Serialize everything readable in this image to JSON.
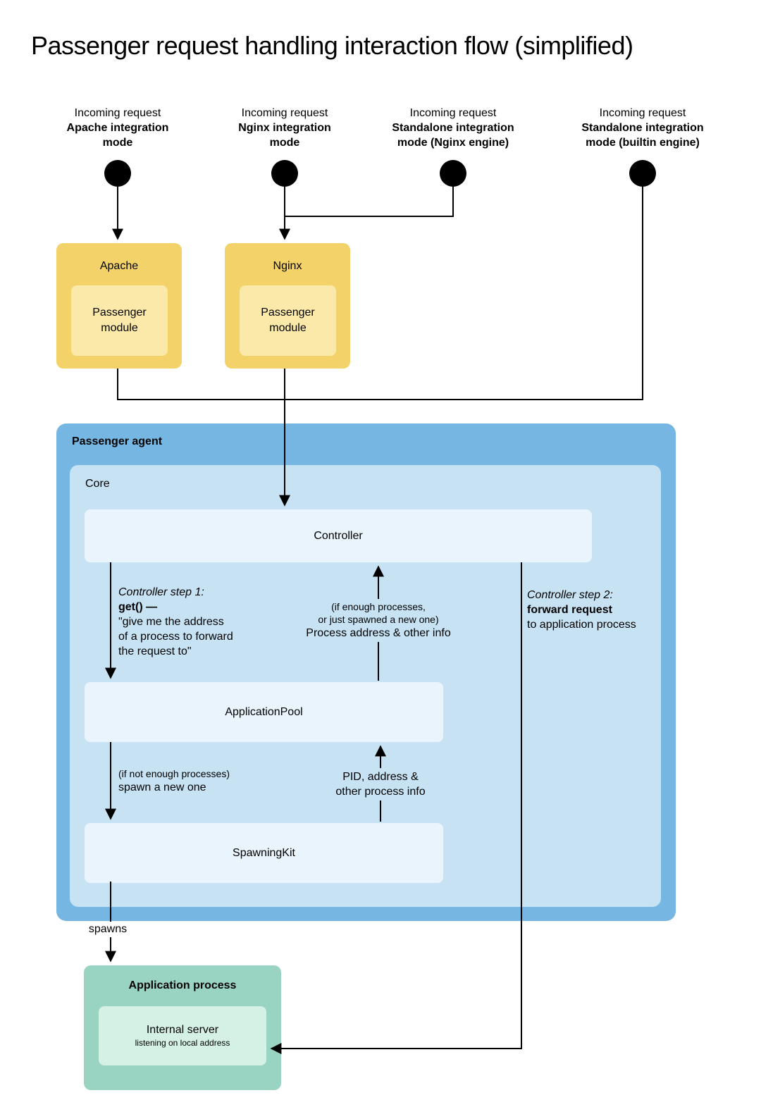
{
  "title": "Passenger request handling interaction flow (simplified)",
  "incoming_requests": [
    {
      "intro": "Incoming request",
      "mode_lines": [
        "Apache integration",
        "mode"
      ]
    },
    {
      "intro": "Incoming request",
      "mode_lines": [
        "Nginx integration",
        "mode"
      ]
    },
    {
      "intro": "Incoming request",
      "mode_lines": [
        "Standalone integration",
        "mode (Nginx engine)"
      ]
    },
    {
      "intro": "Incoming request",
      "mode_lines": [
        "Standalone integration",
        "mode (builtin engine)"
      ]
    }
  ],
  "web_servers": [
    {
      "name": "Apache",
      "module_line1": "Passenger",
      "module_line2": "module"
    },
    {
      "name": "Nginx",
      "module_line1": "Passenger",
      "module_line2": "module"
    }
  ],
  "agent": {
    "label": "Passenger agent",
    "core_label": "Core",
    "controller": "Controller",
    "application_pool": "ApplicationPool",
    "spawning_kit": "SpawningKit"
  },
  "annotations": {
    "step1_title": "Controller step 1:",
    "step1_method": "get() —",
    "step1_lines": [
      "\"give me the address",
      "of a process to forward",
      "the request to\""
    ],
    "return_note_small": [
      "(if enough processes,",
      "or just spawned a new one)"
    ],
    "return_note_main": "Process address & other info",
    "step2_title": "Controller step 2:",
    "step2_bold": "forward request",
    "step2_rest": "to application process",
    "spawn_note_small": "(if not enough processes)",
    "spawn_note_main": "spawn a new one",
    "pid_note_lines": [
      "PID, address &",
      "other process info"
    ],
    "spawns_label": "spawns"
  },
  "application_process": {
    "label": "Application process",
    "server": "Internal server",
    "server_sub": "listening on local address"
  },
  "colors": {
    "server_box": "#F2D269",
    "server_box_inner": "#FAE9A8",
    "agent_box": "#75B6E2",
    "core_box": "#C6E2F3",
    "component_box": "#E9F4FC",
    "process_box": "#99D3C2",
    "process_box_inner": "#D5F1E6",
    "line": "#000000"
  }
}
